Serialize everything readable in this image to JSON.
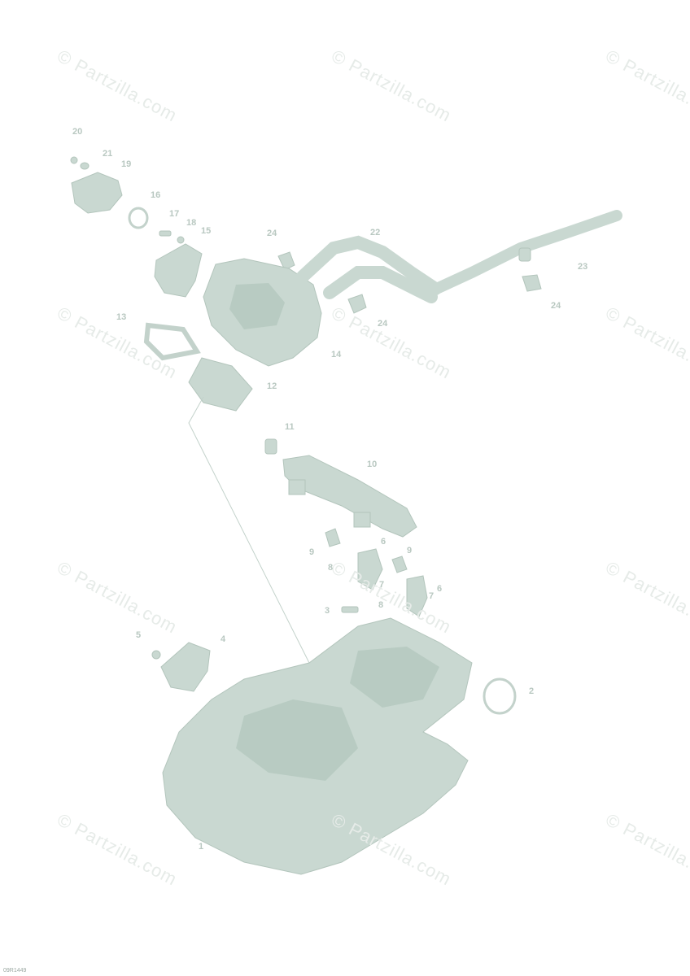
{
  "watermark": "© Partzilla.com",
  "diagram_code": "09R1449",
  "callouts": [
    "1",
    "2",
    "3",
    "4",
    "5",
    "6",
    "7",
    "8",
    "9",
    "10",
    "11",
    "12",
    "13",
    "14",
    "15",
    "16",
    "17",
    "18",
    "19",
    "20",
    "21",
    "22",
    "23",
    "24"
  ],
  "colors": {
    "part_fill": "#c9d8d1",
    "label": "#b9c8c1",
    "watermark": "#e6ebe8"
  }
}
